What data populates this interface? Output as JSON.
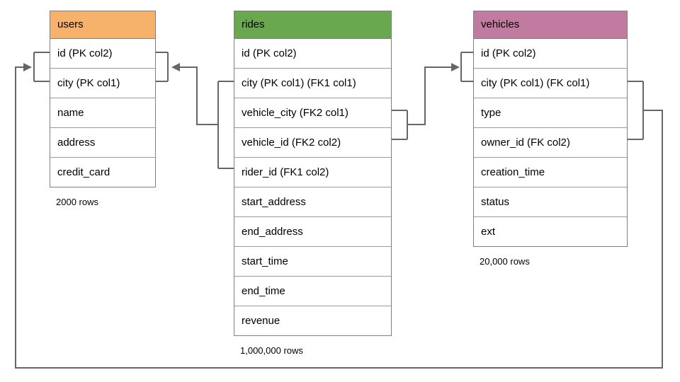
{
  "tables": {
    "users": {
      "title": "users",
      "header_color": "#F6B26B",
      "columns": [
        "id (PK col2)",
        "city (PK col1)",
        "name",
        "address",
        "credit_card"
      ],
      "row_count": "2000 rows"
    },
    "rides": {
      "title": "rides",
      "header_color": "#6AA84F",
      "columns": [
        "id (PK col2)",
        "city (PK col1) (FK1 col1)",
        "vehicle_city (FK2 col1)",
        "vehicle_id (FK2 col2)",
        "rider_id (FK1 col2)",
        "start_address",
        "end_address",
        "start_time",
        "end_time",
        "revenue"
      ],
      "row_count": "1,000,000 rows"
    },
    "vehicles": {
      "title": "vehicles",
      "header_color": "#C27BA0",
      "columns": [
        "id (PK col2)",
        "city (PK col1) (FK col1)",
        "type",
        "owner_id (FK col2)",
        "creation_time",
        "status",
        "ext"
      ],
      "row_count": "20,000 rows"
    }
  },
  "colors": {
    "connector": "#666666",
    "table_border": "#7f7f7f",
    "row_border": "#9a9a9a"
  }
}
